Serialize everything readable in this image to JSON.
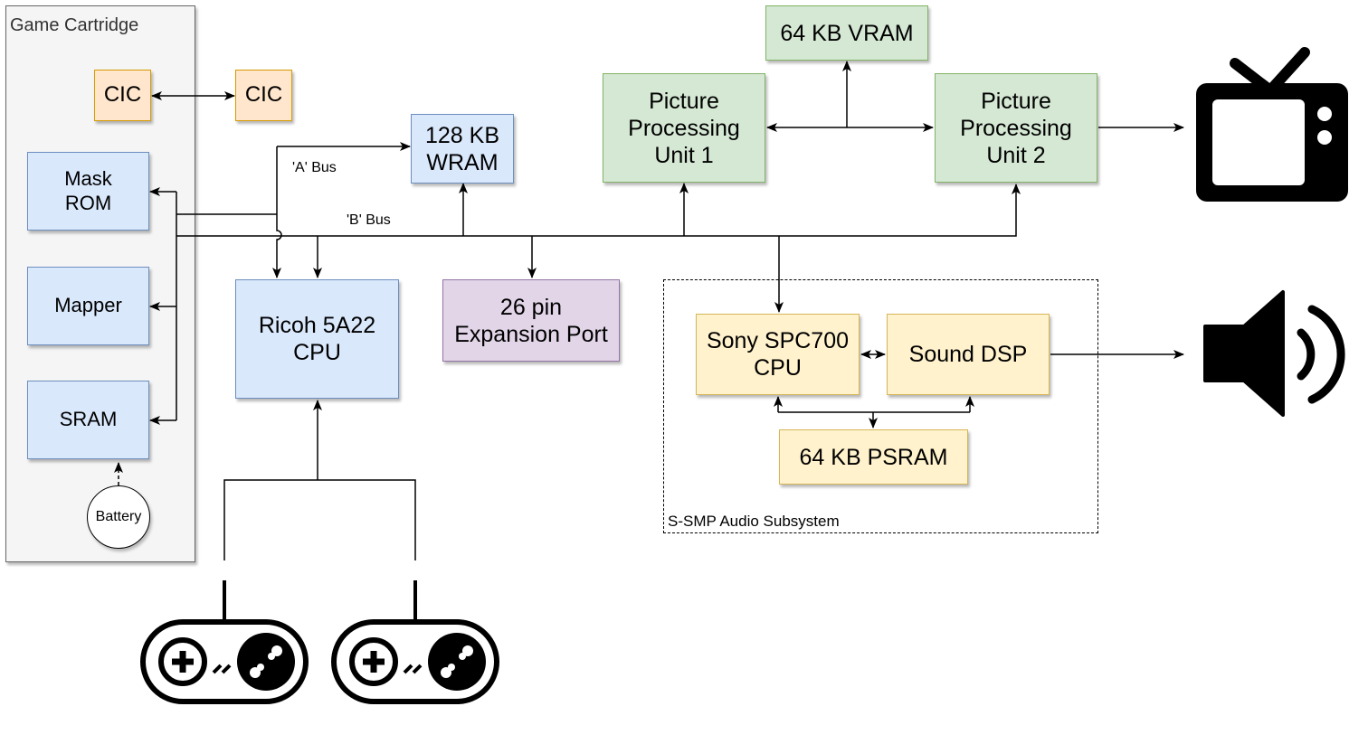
{
  "cartridge": {
    "title": "Game Cartridge",
    "cic": "CIC",
    "mask_rom": "Mask\nROM",
    "mapper": "Mapper",
    "sram": "SRAM",
    "battery": "Battery"
  },
  "console": {
    "cic": "CIC",
    "wram": "128 KB\nWRAM",
    "cpu": "Ricoh 5A22\nCPU",
    "expansion": "26 pin\nExpansion Port",
    "vram": "64 KB VRAM",
    "ppu1": "Picture\nProcessing\nUnit 1",
    "ppu2": "Picture\nProcessing\nUnit 2"
  },
  "buses": {
    "a_bus": "'A' Bus",
    "b_bus": "'B' Bus"
  },
  "audio": {
    "title": "S-SMP Audio Subsystem",
    "spc700": "Sony SPC700\nCPU",
    "dsp": "Sound DSP",
    "psram": "64 KB PSRAM"
  },
  "icons": [
    "tv-icon",
    "speaker-icon",
    "gamepad-icon",
    "gamepad-icon"
  ]
}
